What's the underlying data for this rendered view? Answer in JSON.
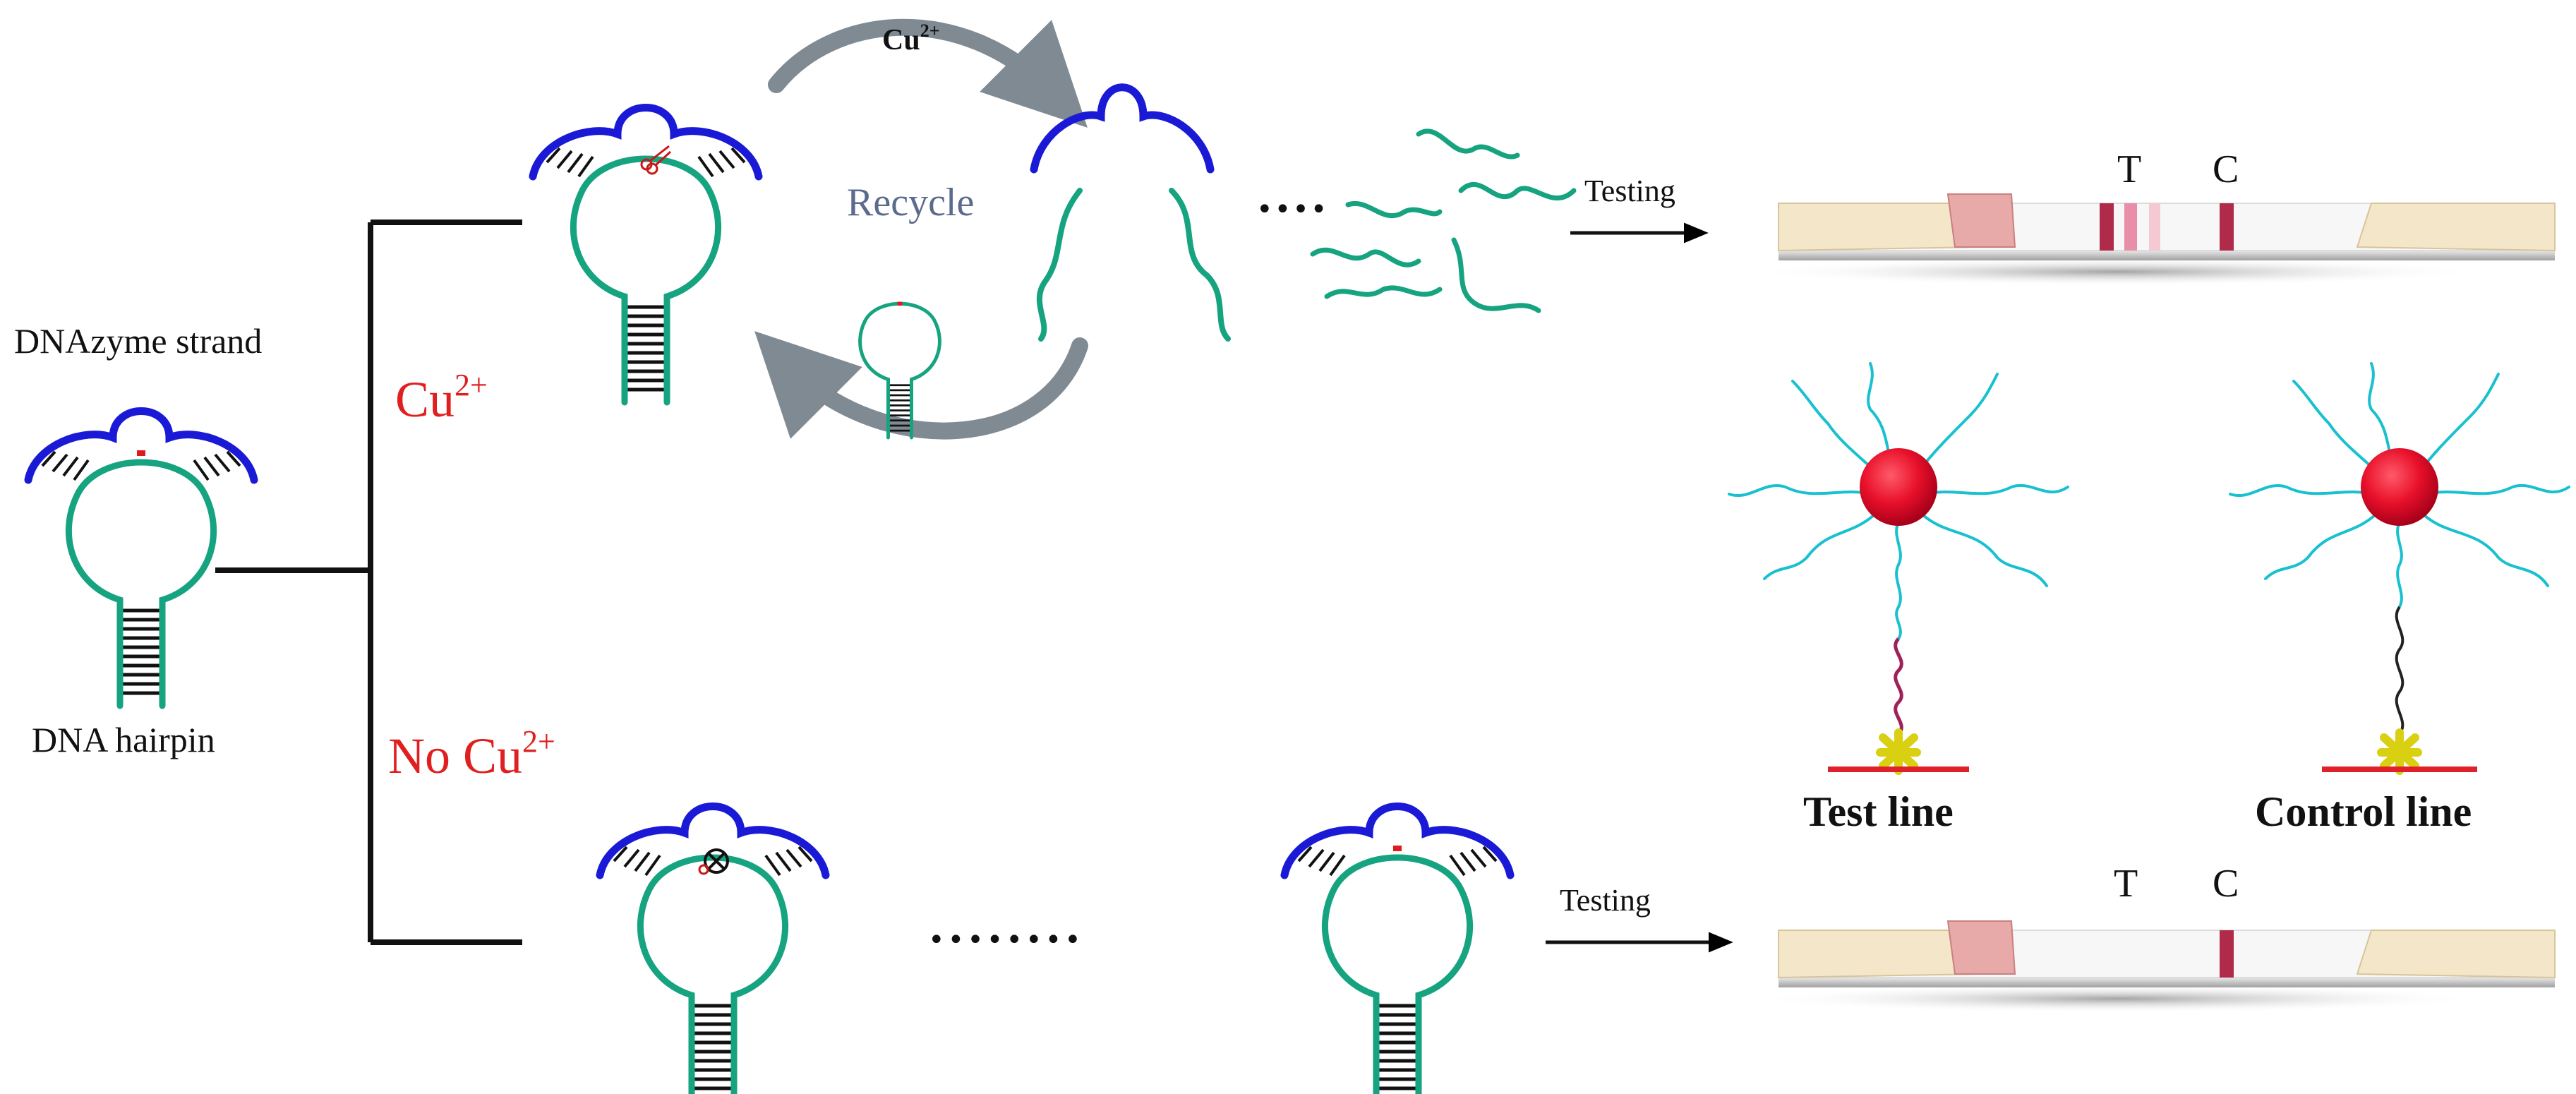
{
  "labels": {
    "dnazyme_strand": "DNAzyme strand",
    "dna_hairpin": "DNA hairpin",
    "cu_branch": "Cu",
    "cu_branch_sup": "2+",
    "no_cu_branch": "No Cu",
    "no_cu_branch_sup": "2+",
    "cycle_ion": "Cu",
    "cycle_ion_sup": "2+",
    "recycle": "Recycle",
    "testing_top": "Testing",
    "testing_bottom": "Testing",
    "strip_top_t": "T",
    "strip_top_c": "C",
    "strip_bottom_t": "T",
    "strip_bottom_c": "C",
    "test_line": "Test line",
    "control_line": "Control line",
    "ellipsis_short": "••••",
    "ellipsis_long": "••••••••"
  },
  "colors": {
    "hairpin_green": "#16a37f",
    "dnazyme_blue": "#1a1ad6",
    "cleavage_red": "#e01b1b",
    "label_red": "#e02020",
    "recycle_text": "#5a6b8c",
    "arrow_gray": "#7f8a92",
    "strip_pad": "#f4e6c8",
    "strip_pink": "#e8a9a9",
    "strip_band": "#b02a4a",
    "strip_band_light": "#e98ea8",
    "probe_cyan": "#18c0d0",
    "gold_red": "#e8102a",
    "capture_red": "#e0202a",
    "anchor_yellow": "#d8d010",
    "probe_magenta": "#a0205a"
  }
}
